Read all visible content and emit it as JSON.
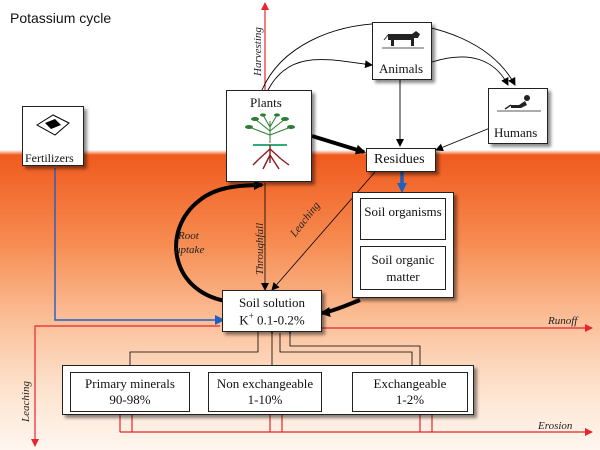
{
  "title": "Potassium cycle",
  "nodes": {
    "fertilizers": "Fertilizers",
    "plants": "Plants",
    "animals": "Animals",
    "humans": "Humans",
    "residues": "Residues",
    "soil_organisms": "Soil organisms",
    "soil_organic_matter": "Soil organic matter",
    "soil_solution_line1": "Soil solution",
    "soil_solution_k": "K",
    "soil_solution_sup": "+",
    "soil_solution_range": " 0.1-0.2%",
    "primary_minerals": "Primary minerals",
    "primary_minerals_pct": "90-98%",
    "non_exchangeable": "Non exchangeable",
    "non_exchangeable_pct": "1-10%",
    "exchangeable": "Exchangeable",
    "exchangeable_pct": "1-2%"
  },
  "flows": {
    "harvesting": "Harvesting",
    "root_uptake_1": "Root",
    "root_uptake_2": "uptake",
    "throughfall": "Throughfall",
    "leaching_inner": "Leaching",
    "runoff": "Runoff",
    "leaching_outer": "Leaching",
    "erosion": "Erosion"
  },
  "colors": {
    "soil_top": "#f05a1e",
    "red_flow": "#e8242c",
    "blue_flow": "#1f5fbf",
    "black_flow": "#000000"
  },
  "icons": {
    "fertilizers": "fertilizer-bag-icon",
    "plants": "plant-roots-icon",
    "animals": "cow-icon",
    "humans": "human-icon"
  }
}
